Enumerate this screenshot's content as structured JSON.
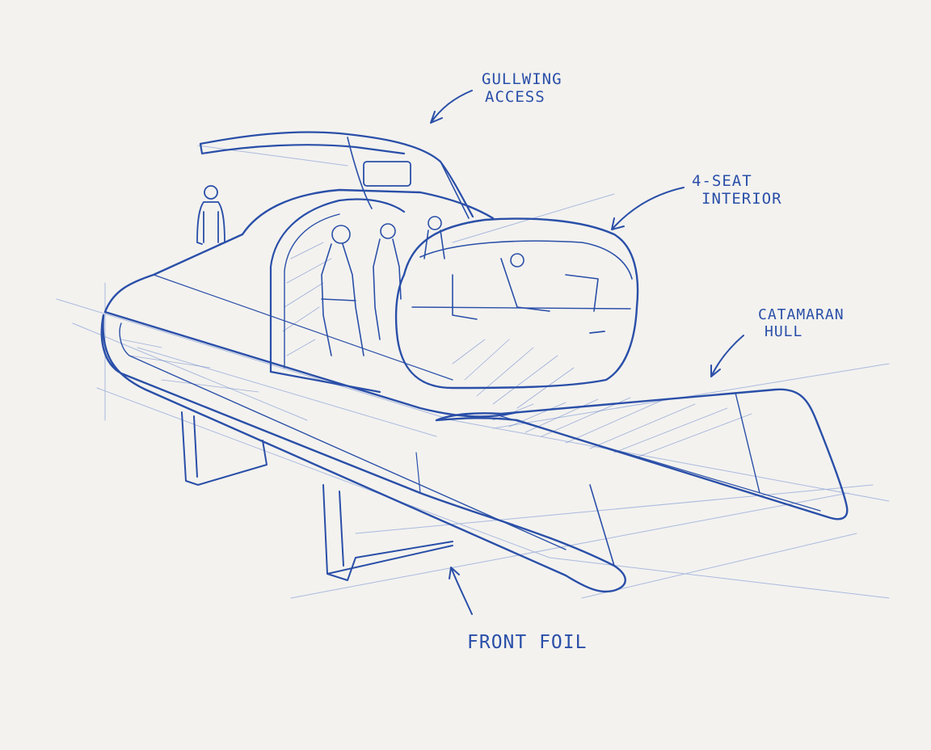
{
  "annotations": {
    "gullwing": {
      "line1": "GULLWING",
      "line2": "ACCESS"
    },
    "seat": {
      "line1": "4-SEAT",
      "line2": "INTERIOR"
    },
    "hull": {
      "line1": "CATAMARAN",
      "line2": "HULL"
    },
    "foil": {
      "line1": "FRONT FOIL"
    }
  },
  "colors": {
    "paper": "#f3f2ef",
    "ink": "#2a4fa8",
    "ink_light": "#6f8cd0"
  }
}
